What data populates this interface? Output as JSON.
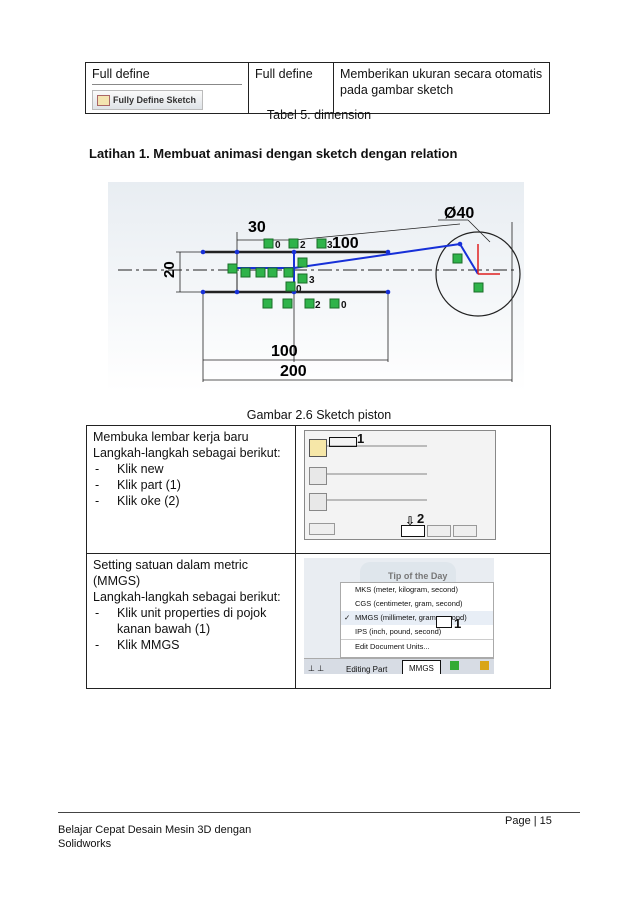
{
  "table1": {
    "col1_label": "Full define",
    "col1_button": "Fully Define Sketch",
    "col2_label": "Full define",
    "col3_text": "Memberikan ukuran secara otomatis pada gambar sketch"
  },
  "caption1": "Tabel 5. dimension",
  "heading": "Latihan  1.  Membuat animasi dengan sketch dengan relation",
  "sketch": {
    "dim_30": "30",
    "dim_100_top": "100",
    "dim_20": "20",
    "dim_diameter": "Ø40",
    "dim_100_bottom": "100",
    "dim_200": "200",
    "relation_labels": [
      "0",
      "2",
      "3",
      "3",
      "0",
      "2",
      "0"
    ]
  },
  "caption2": "Gambar 2.6 Sketch piston",
  "table2": {
    "row1": {
      "lines": [
        "Membuka lembar kerja baru",
        "Langkah-langkah sebagai berikut:"
      ],
      "steps": [
        "Klik new",
        "Klik part (1)",
        "Klik oke (2)"
      ],
      "shot_label_1": "1",
      "shot_label_2": "2"
    },
    "row2": {
      "lines": [
        "Setting satuan dalam metric (MMGS)",
        "Langkah-langkah sebagai berikut:"
      ],
      "steps": [
        "Klik unit properties di pojok kanan bawah (1)",
        "Klik MMGS"
      ],
      "menu_header": "Tip of the Day",
      "menu_items": [
        "MKS (meter, kilogram, second)",
        "CGS (centimeter, gram, second)",
        "MMGS (millimeter, gram, second)",
        "IPS (inch, pound, second)",
        "Edit Document Units..."
      ],
      "status_editing": "Editing Part",
      "status_units": "MMGS",
      "shot_label_1": "1"
    }
  },
  "footer": {
    "left": "Belajar Cepat Desain Mesin 3D dengan Solidworks",
    "page_label": "Page | 15"
  }
}
